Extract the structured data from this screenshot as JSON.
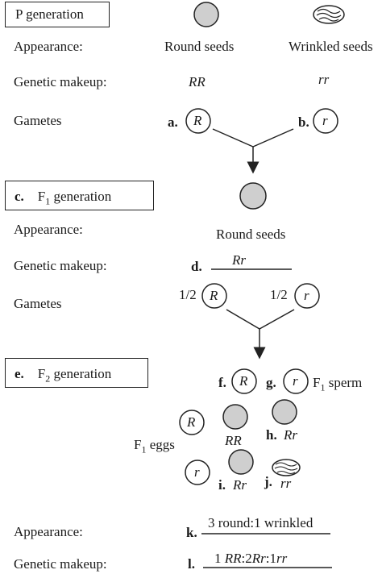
{
  "p_gen": {
    "title": "P generation",
    "appearance_label": "Appearance:",
    "round_label": "Round seeds",
    "wrinkled_label": "Wrinkled seeds",
    "genetic_label": "Genetic makeup:",
    "rr_dom": "RR",
    "rr_rec": "rr",
    "gametes_label": "Gametes",
    "letter_a": "a.",
    "letter_b": "b.",
    "gamete_a": "R",
    "gamete_b": "r"
  },
  "f1_gen": {
    "letter": "c.",
    "title_f": "F",
    "title_sub": "1",
    "title_rest": " generation",
    "appearance_label": "Appearance:",
    "round_label": "Round seeds",
    "genetic_label": "Genetic makeup:",
    "letter_d": "d.",
    "genotype": "Rr",
    "gametes_label": "Gametes",
    "half_1": "1/2",
    "half_2": "1/2",
    "gamete_1": "R",
    "gamete_2": "r"
  },
  "f2_gen": {
    "letter": "e.",
    "title_f": "F",
    "title_sub": "2",
    "title_rest": " generation",
    "letter_f": "f.",
    "letter_g": "g.",
    "sperm_r_dom": "R",
    "sperm_r_rec": "r",
    "sperm_label_f": "F",
    "sperm_label_sub": "1",
    "sperm_label_rest": " sperm",
    "eggs_label_f": "F",
    "eggs_label_sub": "1",
    "eggs_label_rest": " eggs",
    "egg_r_dom": "R",
    "egg_r_rec": "r",
    "cell_rr": "RR",
    "letter_h": "h.",
    "cell_h": "Rr",
    "letter_i": "i.",
    "cell_i": "Rr",
    "letter_j": "j.",
    "cell_j": "rr"
  },
  "summary": {
    "appearance_label": "Appearance:",
    "letter_k": "k.",
    "ratio_appearance": "3 round:1 wrinkled",
    "genetic_label": "Genetic makeup:",
    "letter_l": "l.",
    "ratio_genetic_1": "1 ",
    "ratio_genetic_2": "RR",
    "ratio_genetic_3": ":2",
    "ratio_genetic_4": "Rr",
    "ratio_genetic_5": ":1",
    "ratio_genetic_6": "rr"
  },
  "colors": {
    "seed_fill": "#cfcfcf",
    "stroke": "#222222"
  }
}
